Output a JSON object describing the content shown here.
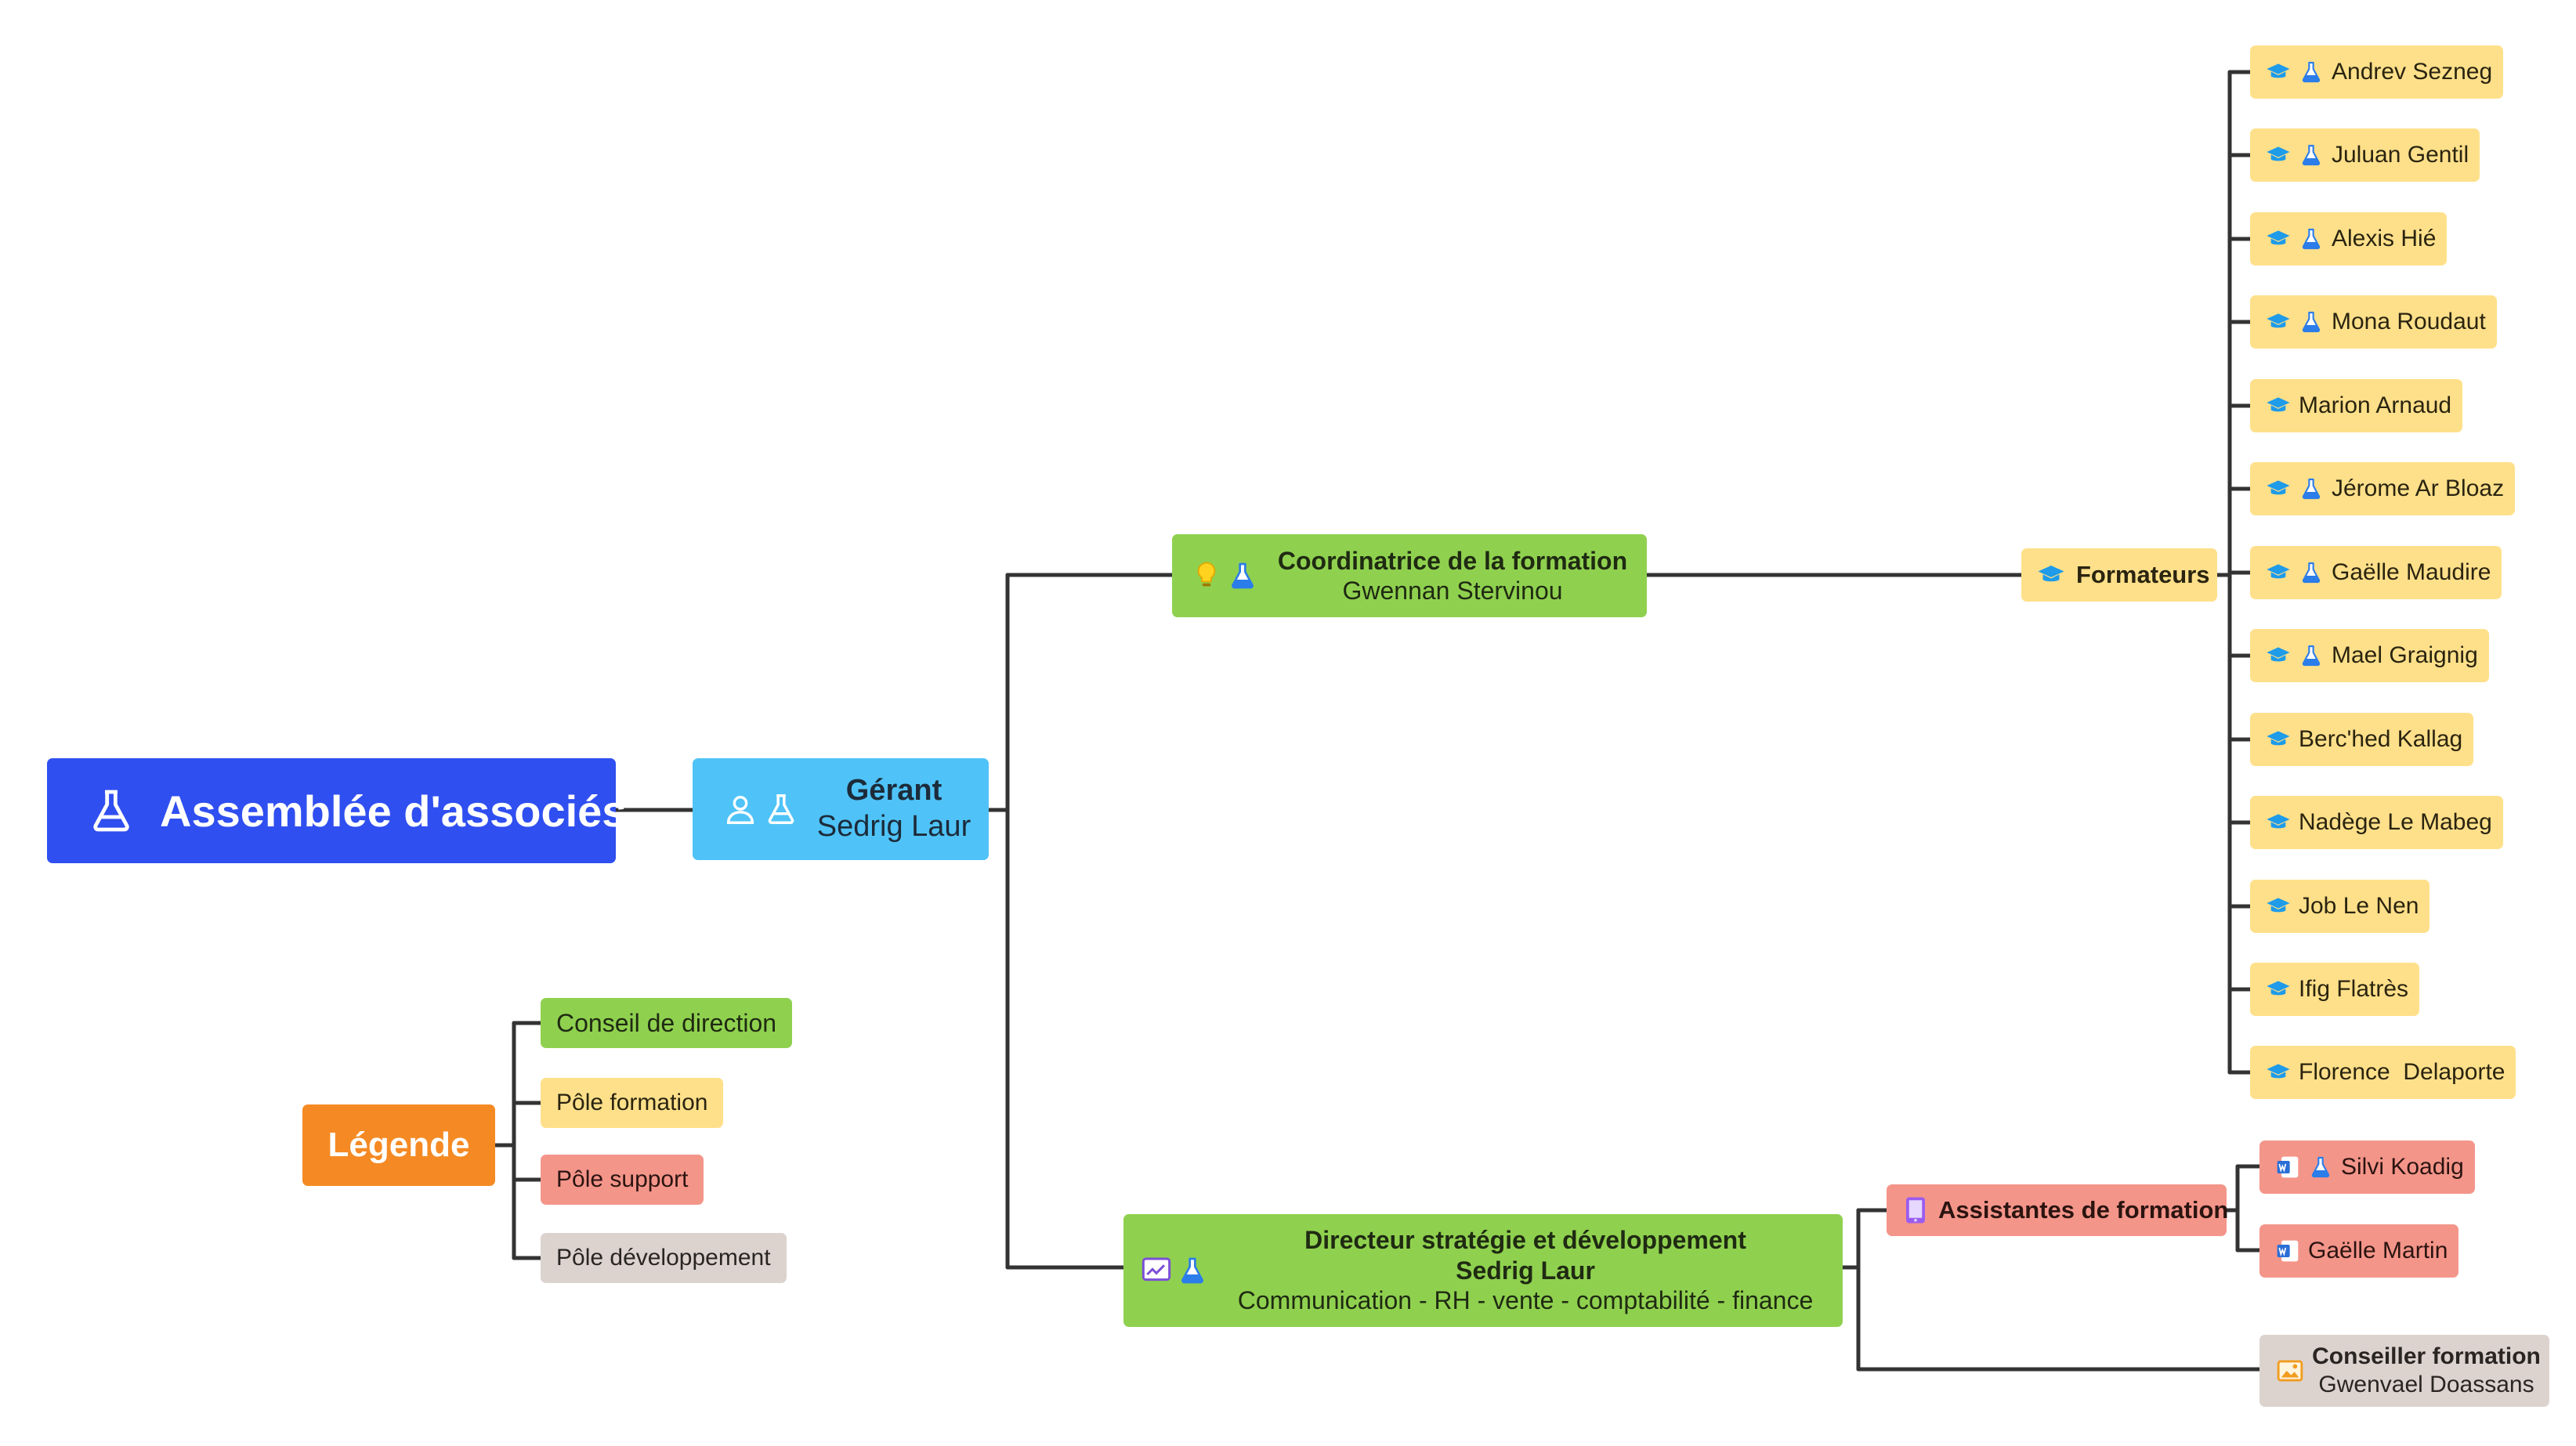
{
  "colors": {
    "root": "#2f4ff0",
    "gerant": "#4fc3f7",
    "conseil_direction": "#8fd14f",
    "pole_formation": "#ffe08a",
    "pole_support": "#f4958a",
    "pole_developpement": "#dcd3cf",
    "legende": "#f58a24",
    "connector": "#333333"
  },
  "root": {
    "label": "Assemblée d'associés",
    "icon": "flask-icon"
  },
  "gerant": {
    "title": "Gérant",
    "name": "Sedrig Laur",
    "icons": [
      "user-icon",
      "flask-icon"
    ]
  },
  "coordinatrice": {
    "title": "Coordinatrice de la formation",
    "name": "Gwennan Stervinou",
    "icons": [
      "lightbulb-icon",
      "flask-icon"
    ]
  },
  "formateurs": {
    "label": "Formateurs",
    "icon": "graduation-cap-icon",
    "members": [
      {
        "name": "Andrev Sezneg",
        "icons": [
          "graduation-cap-icon",
          "flask-icon"
        ]
      },
      {
        "name": "Juluan Gentil",
        "icons": [
          "graduation-cap-icon",
          "flask-icon"
        ]
      },
      {
        "name": "Alexis Hié",
        "icons": [
          "graduation-cap-icon",
          "flask-icon"
        ]
      },
      {
        "name": "Mona Roudaut",
        "icons": [
          "graduation-cap-icon",
          "flask-icon"
        ]
      },
      {
        "name": "Marion Arnaud",
        "icons": [
          "graduation-cap-icon"
        ]
      },
      {
        "name": "Jérome Ar Bloaz",
        "icons": [
          "graduation-cap-icon",
          "flask-icon"
        ]
      },
      {
        "name": "Gaëlle Maudire",
        "icons": [
          "graduation-cap-icon",
          "flask-icon"
        ]
      },
      {
        "name": "Mael Graignig",
        "icons": [
          "graduation-cap-icon",
          "flask-icon"
        ]
      },
      {
        "name": "Berc'hed Kallag",
        "icons": [
          "graduation-cap-icon"
        ]
      },
      {
        "name": "Nadège Le Mabeg",
        "icons": [
          "graduation-cap-icon"
        ]
      },
      {
        "name": "Job Le Nen",
        "icons": [
          "graduation-cap-icon"
        ]
      },
      {
        "name": "Ifig Flatrès",
        "icons": [
          "graduation-cap-icon"
        ]
      },
      {
        "name": "Florence  Delaporte",
        "icons": [
          "graduation-cap-icon"
        ]
      }
    ]
  },
  "directeur": {
    "title": "Directeur stratégie et développement",
    "name": "Sedrig Laur",
    "roles": "Communication - RH - vente - comptabilité - finance",
    "icons": [
      "chart-icon",
      "flask-icon"
    ]
  },
  "assistantes": {
    "label": "Assistantes de formation",
    "icon": "tablet-icon",
    "members": [
      {
        "name": "Silvi Koadig",
        "icons": [
          "word-doc-icon",
          "flask-icon"
        ]
      },
      {
        "name": "Gaëlle Martin",
        "icons": [
          "word-doc-icon"
        ]
      }
    ]
  },
  "conseiller": {
    "title": "Conseiller formation",
    "name": "Gwenvael Doassans",
    "icon": "image-icon"
  },
  "legend": {
    "title": "Légende",
    "items": [
      {
        "label": "Conseil de direction",
        "color": "#8fd14f"
      },
      {
        "label": "Pôle formation",
        "color": "#ffe08a"
      },
      {
        "label": "Pôle support",
        "color": "#f4958a"
      },
      {
        "label": "Pôle développement",
        "color": "#dcd3cf"
      }
    ]
  }
}
